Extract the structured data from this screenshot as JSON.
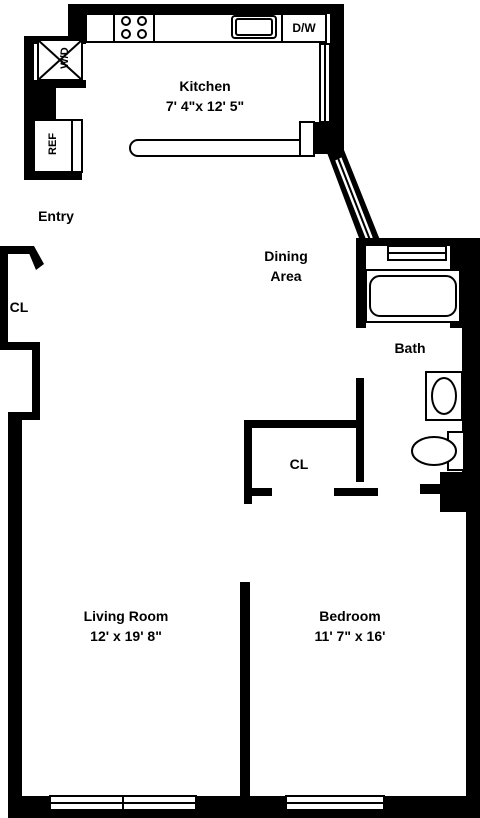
{
  "rooms": {
    "kitchen": {
      "name": "Kitchen",
      "dims": "7' 4\"x 12' 5\""
    },
    "dining": {
      "name": "Dining",
      "name2": "Area"
    },
    "entry": {
      "name": "Entry"
    },
    "bath": {
      "name": "Bath"
    },
    "living": {
      "name": "Living Room",
      "dims": "12' x 19' 8\""
    },
    "bedroom": {
      "name": "Bedroom",
      "dims": "11' 7\" x 16'"
    },
    "closet_entry": {
      "name": "CL"
    },
    "closet_bedroom": {
      "name": "CL"
    }
  },
  "fixtures": {
    "dishwasher": "D/W",
    "washer_dryer": "W/D",
    "refrigerator": "REF"
  }
}
